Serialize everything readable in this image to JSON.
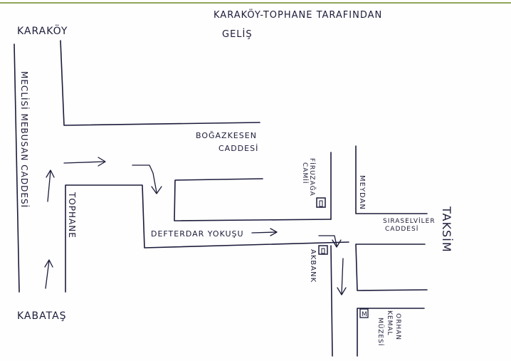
{
  "top_rule_color": "#8fa55a",
  "ink_color": "#1b1b3b",
  "header": {
    "line1": "KARAKÖY-TOPHANE TARAFINDAN",
    "line2": "GELİŞ"
  },
  "places": {
    "karakoy": "KARAKÖY",
    "kabatas": "KABATAŞ",
    "taksim": "TAKSİM"
  },
  "streets": {
    "meclisi_mebusan": "MECLİSİ MEBUSAN CADDESİ",
    "tophane": "TOPHANE",
    "bogazkesen_line1": "BOĞAZKESEN",
    "bogazkesen_line2": "CADDESİ",
    "defterdar": "DEFTERDAR YOKUŞU",
    "meydan": "MEYDAN",
    "siraselviler_line1": "SIRASELVİLER",
    "siraselviler_line2": "CADDESİ"
  },
  "landmarks": {
    "firuzaga_line1": "FİRUZAĞA",
    "firuzaga_line2": "CAMİİ",
    "akbank": "AKBANK",
    "museum_marker": "M",
    "museum_line1": "ORHAN",
    "museum_line2": "KEMAL",
    "museum_line3": "MÜZESİ"
  },
  "icons": {
    "route_arrow": "arrow-icon",
    "building_marker": "building-marker-icon"
  }
}
